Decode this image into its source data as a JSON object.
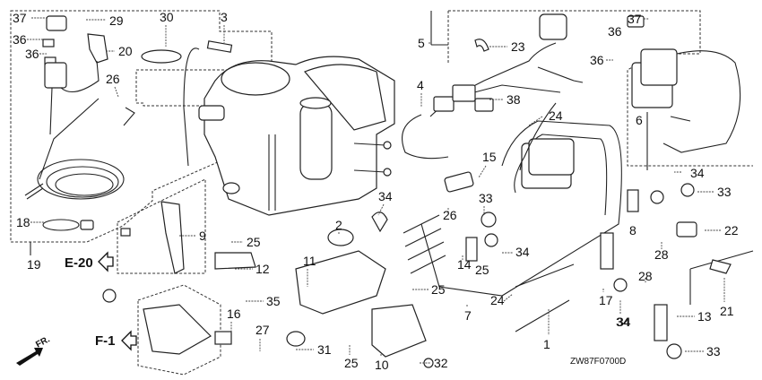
{
  "diagram": {
    "type": "exploded-parts-diagram",
    "drawing_code": "ZW87F0700D",
    "direction_label": "FR.",
    "references": [
      {
        "id": "E-20",
        "label": "E-20"
      },
      {
        "id": "F-1",
        "label": "F-1"
      }
    ],
    "callouts": [
      {
        "key": "c37a",
        "number": "37"
      },
      {
        "key": "c29",
        "number": "29"
      },
      {
        "key": "c30",
        "number": "30"
      },
      {
        "key": "c3",
        "number": "3"
      },
      {
        "key": "c36a",
        "number": "36"
      },
      {
        "key": "c36b",
        "number": "36"
      },
      {
        "key": "c20",
        "number": "20"
      },
      {
        "key": "c26a",
        "number": "26"
      },
      {
        "key": "c18",
        "number": "18"
      },
      {
        "key": "c19",
        "number": "19"
      },
      {
        "key": "c5",
        "number": "5"
      },
      {
        "key": "c23",
        "number": "23"
      },
      {
        "key": "c37b",
        "number": "37"
      },
      {
        "key": "c36c",
        "number": "36"
      },
      {
        "key": "c36d",
        "number": "36"
      },
      {
        "key": "c4",
        "number": "4"
      },
      {
        "key": "c38",
        "number": "38"
      },
      {
        "key": "c24a",
        "number": "24"
      },
      {
        "key": "c6",
        "number": "6"
      },
      {
        "key": "c15",
        "number": "15"
      },
      {
        "key": "c34a",
        "number": "34"
      },
      {
        "key": "c26b",
        "number": "26"
      },
      {
        "key": "c33a",
        "number": "33"
      },
      {
        "key": "c34b",
        "number": "34"
      },
      {
        "key": "c33b",
        "number": "33"
      },
      {
        "key": "c2",
        "number": "2"
      },
      {
        "key": "c9",
        "number": "9"
      },
      {
        "key": "c25a",
        "number": "25"
      },
      {
        "key": "c12",
        "number": "12"
      },
      {
        "key": "c11",
        "number": "11"
      },
      {
        "key": "c14",
        "number": "14"
      },
      {
        "key": "c25b",
        "number": "25"
      },
      {
        "key": "c34c",
        "number": "34"
      },
      {
        "key": "c8",
        "number": "8"
      },
      {
        "key": "c28a",
        "number": "28"
      },
      {
        "key": "c22",
        "number": "22"
      },
      {
        "key": "c28b",
        "number": "28"
      },
      {
        "key": "c34d",
        "number": "34"
      },
      {
        "key": "c35",
        "number": "35"
      },
      {
        "key": "c25c",
        "number": "25"
      },
      {
        "key": "c7",
        "number": "7"
      },
      {
        "key": "c24b",
        "number": "24"
      },
      {
        "key": "c17",
        "number": "17"
      },
      {
        "key": "c34e",
        "number": "34"
      },
      {
        "key": "c21",
        "number": "21"
      },
      {
        "key": "c13",
        "number": "13"
      },
      {
        "key": "c16",
        "number": "16"
      },
      {
        "key": "c27",
        "number": "27"
      },
      {
        "key": "c31",
        "number": "31"
      },
      {
        "key": "c25d",
        "number": "25"
      },
      {
        "key": "c10",
        "number": "10"
      },
      {
        "key": "c32",
        "number": "32"
      },
      {
        "key": "c1",
        "number": "1"
      },
      {
        "key": "c33c",
        "number": "33"
      }
    ]
  }
}
